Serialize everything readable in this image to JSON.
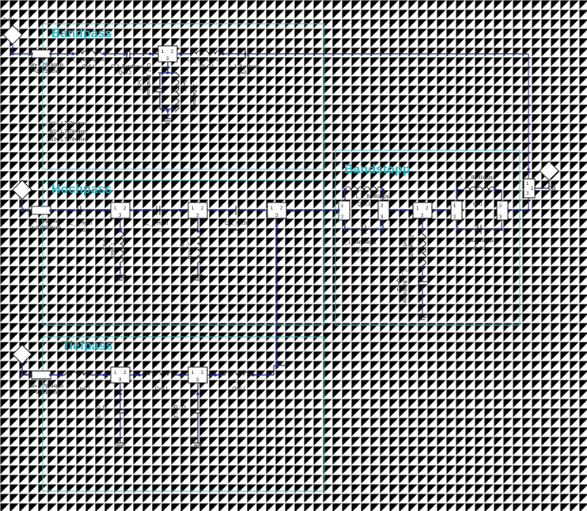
{
  "ports": {
    "pulse": "Pulse",
    "mhz": "1MHz",
    "dc": "DC",
    "out": "Out"
  },
  "sections": {
    "bandpass": "Bandpass",
    "hochpass": "Hochpass",
    "tiefpass": "Tiefpass",
    "bandstopp": "Bandstopp"
  },
  "bp": {
    "src_w": "W= 1.79784mm",
    "src_p": "P=22.7596mm",
    "l1": "L_1_Bandpass",
    "l1q": "Q=0.1",
    "c1": "C_1_Bandpass",
    "c1q": "Q=0.2",
    "cv": "C_2_Bandpass",
    "cvq": "Q=0.2",
    "lv": "L_2_Bandpass",
    "lvq": "Q=0.1",
    "l1b": "L_1_Bandpass",
    "l1bq": "Q=0.1",
    "c1b": "C_1_Bandpass",
    "c1bq": "Q=0.2",
    "w1": "W1= 1.79784mm",
    "w2": "W2= 1.79784mm",
    "w3": "W3= 1.79784mm"
  },
  "hp": {
    "src_w": "W= 1.79784mm",
    "src_p": "P=9.99998mm",
    "c1a": "C_1_Hoch",
    "c1aq": "Q=0.2",
    "c2": "C_2_Hoch",
    "c2q": "Q=0.2",
    "c1b": "C_1_Hoch",
    "c1bq": "Q=0.2",
    "la": "L_1_Hoch",
    "laq": "Q=0.1",
    "lb": "L_1_Hoch",
    "lbq": "Q=0.1"
  },
  "tp": {
    "src_w": "W= 1.79784mm",
    "src_p": "P=9.99998mm",
    "l1a": "L1",
    "l1aq": "Q=0.1",
    "l2": "L2",
    "l2q": "Q=0.1",
    "l1b": "L1",
    "l1bq": "Q=0.1",
    "c1a": "C1",
    "c1aq": "Q=0.2",
    "c1b": "C1",
    "c1bq": "Q=0.2"
  },
  "bs": {
    "l1a": "L_1_Bandstopp",
    "l1aq": "Q=0.1",
    "c1a": "C_1_Bandstopp",
    "c1aq": "Q=0.2",
    "l2": "L_2_Bandstopp",
    "l2q": "Q=0.1",
    "c2": "C_2_Bandstopp",
    "c2q": "Q=0.2",
    "l1b": "L_1_Bandstopp",
    "l1bq": "Q=0.1",
    "c1b": "C_1_Bandstopp",
    "c1bq": "Q=0.2"
  },
  "pins": {
    "p1": "1",
    "p2": "2",
    "p3": "3"
  }
}
